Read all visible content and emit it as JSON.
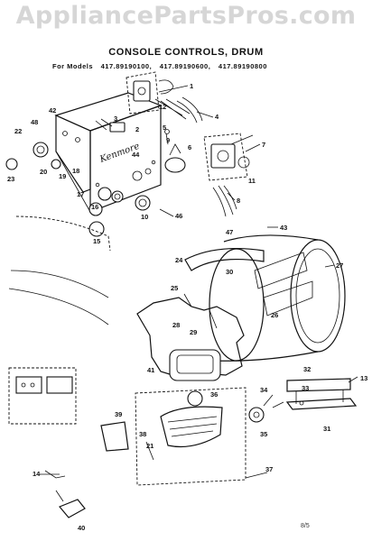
{
  "watermark": "AppliancePartsPros.com",
  "title": "CONSOLE CONTROLS, DRUM",
  "models": {
    "prefix": "For Models",
    "list": [
      "417.89190100,",
      "417.89190600,",
      "417.89190800"
    ]
  },
  "console_brand": "Kenmore",
  "page_code": "8/5",
  "callouts": [
    "1",
    "2",
    "3",
    "4",
    "5",
    "6",
    "7",
    "8",
    "9",
    "10",
    "11",
    "12",
    "13",
    "14",
    "15",
    "16",
    "17",
    "18",
    "19",
    "20",
    "21",
    "22",
    "23",
    "24",
    "25",
    "26",
    "27",
    "28",
    "29",
    "30",
    "31",
    "32",
    "33",
    "34",
    "35",
    "36",
    "37",
    "38",
    "39",
    "40",
    "41",
    "42",
    "43",
    "44",
    "46",
    "47",
    "48"
  ]
}
